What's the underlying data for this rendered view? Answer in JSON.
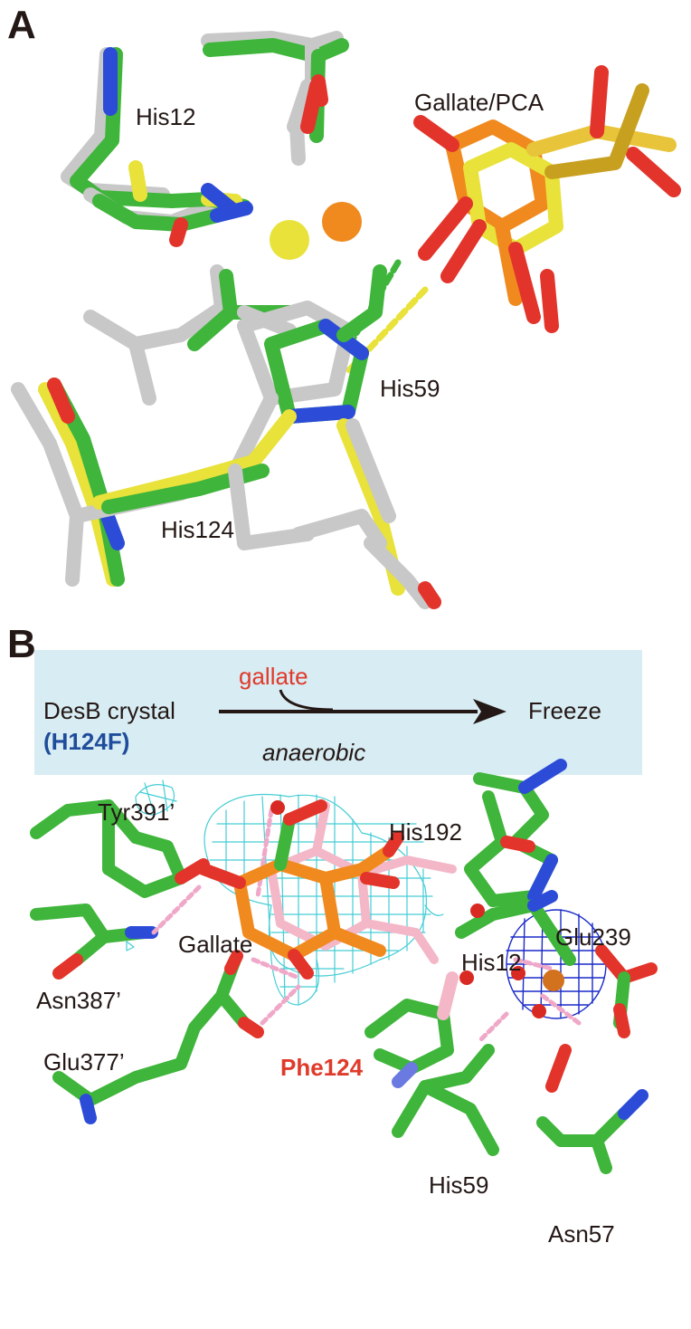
{
  "panel_a": {
    "letter": "A",
    "labels": {
      "his12": "His12",
      "gallate_pca": "Gallate/PCA",
      "his59": "His59",
      "his124": "His124"
    }
  },
  "panel_b": {
    "letter": "B",
    "scheme": {
      "left_top": "DesB crystal",
      "left_bottom": "(H124F)",
      "reagent": "gallate",
      "condition": "anaerobic",
      "right": "Freeze"
    },
    "labels": {
      "tyr391": "Tyr391’",
      "his192": "His192",
      "gallate": "Gallate",
      "glu239": "Glu239",
      "his12": "His12",
      "asn387": "Asn387’",
      "glu377": "Glu377’",
      "phe124": "Phe124",
      "his59": "His59",
      "asn57": "Asn57"
    }
  },
  "colors": {
    "carbon_green": "#3fb53b",
    "carbon_yellow": "#e8e23a",
    "carbon_grey": "#c8c8c8",
    "carbon_orange": "#f08a1e",
    "oxygen_red": "#e2342b",
    "nitrogen_blue": "#2c4cd8",
    "mesh_cyan": "#30c8d0",
    "mesh_blue": "#1a2ac8",
    "hbond_pink": "#f0a8c8",
    "scheme_bg": "#d8ecf3",
    "label_red": "#e03a2a",
    "label_blue": "#1f4d9c"
  }
}
